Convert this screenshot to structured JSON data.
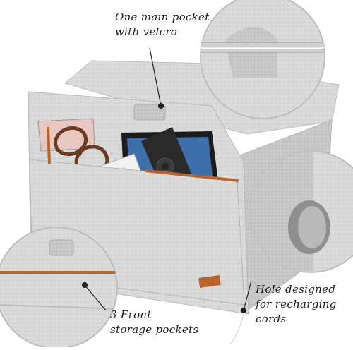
{
  "captions": {
    "main_pocket": {
      "line1": "One main pocket",
      "line2": "with velcro"
    },
    "hole": {
      "line1": "Hole designed",
      "line2": "for recharging",
      "line3": "cords"
    },
    "front_pockets": {
      "line1": "3 Front",
      "line2": "storage pockets"
    }
  },
  "colors": {
    "felt": "#d8d8d8",
    "felt_dark": "#c2c2c2",
    "zipper": "#b5652e",
    "remote": "#2a2a2a",
    "leader_line": "#222222"
  }
}
